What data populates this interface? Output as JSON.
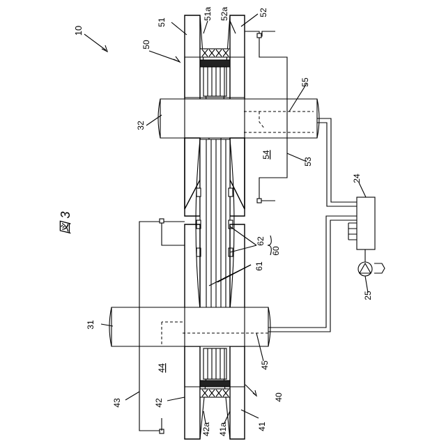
{
  "figure": {
    "title": "図 3",
    "labels": {
      "l10": "10",
      "l50": "50",
      "l51": "51",
      "l51a": "51a",
      "l52a": "52a",
      "l52": "52",
      "l55": "55",
      "l32": "32",
      "l54": "54",
      "l53": "53",
      "l24": "24",
      "l62": "62",
      "l60": "60",
      "l61": "61",
      "l25": "25",
      "l31": "31",
      "l45": "45",
      "l44": "44",
      "l43": "43",
      "l42": "42",
      "l42a": "42a",
      "l41a": "41a",
      "l40": "40",
      "l41": "41"
    }
  }
}
